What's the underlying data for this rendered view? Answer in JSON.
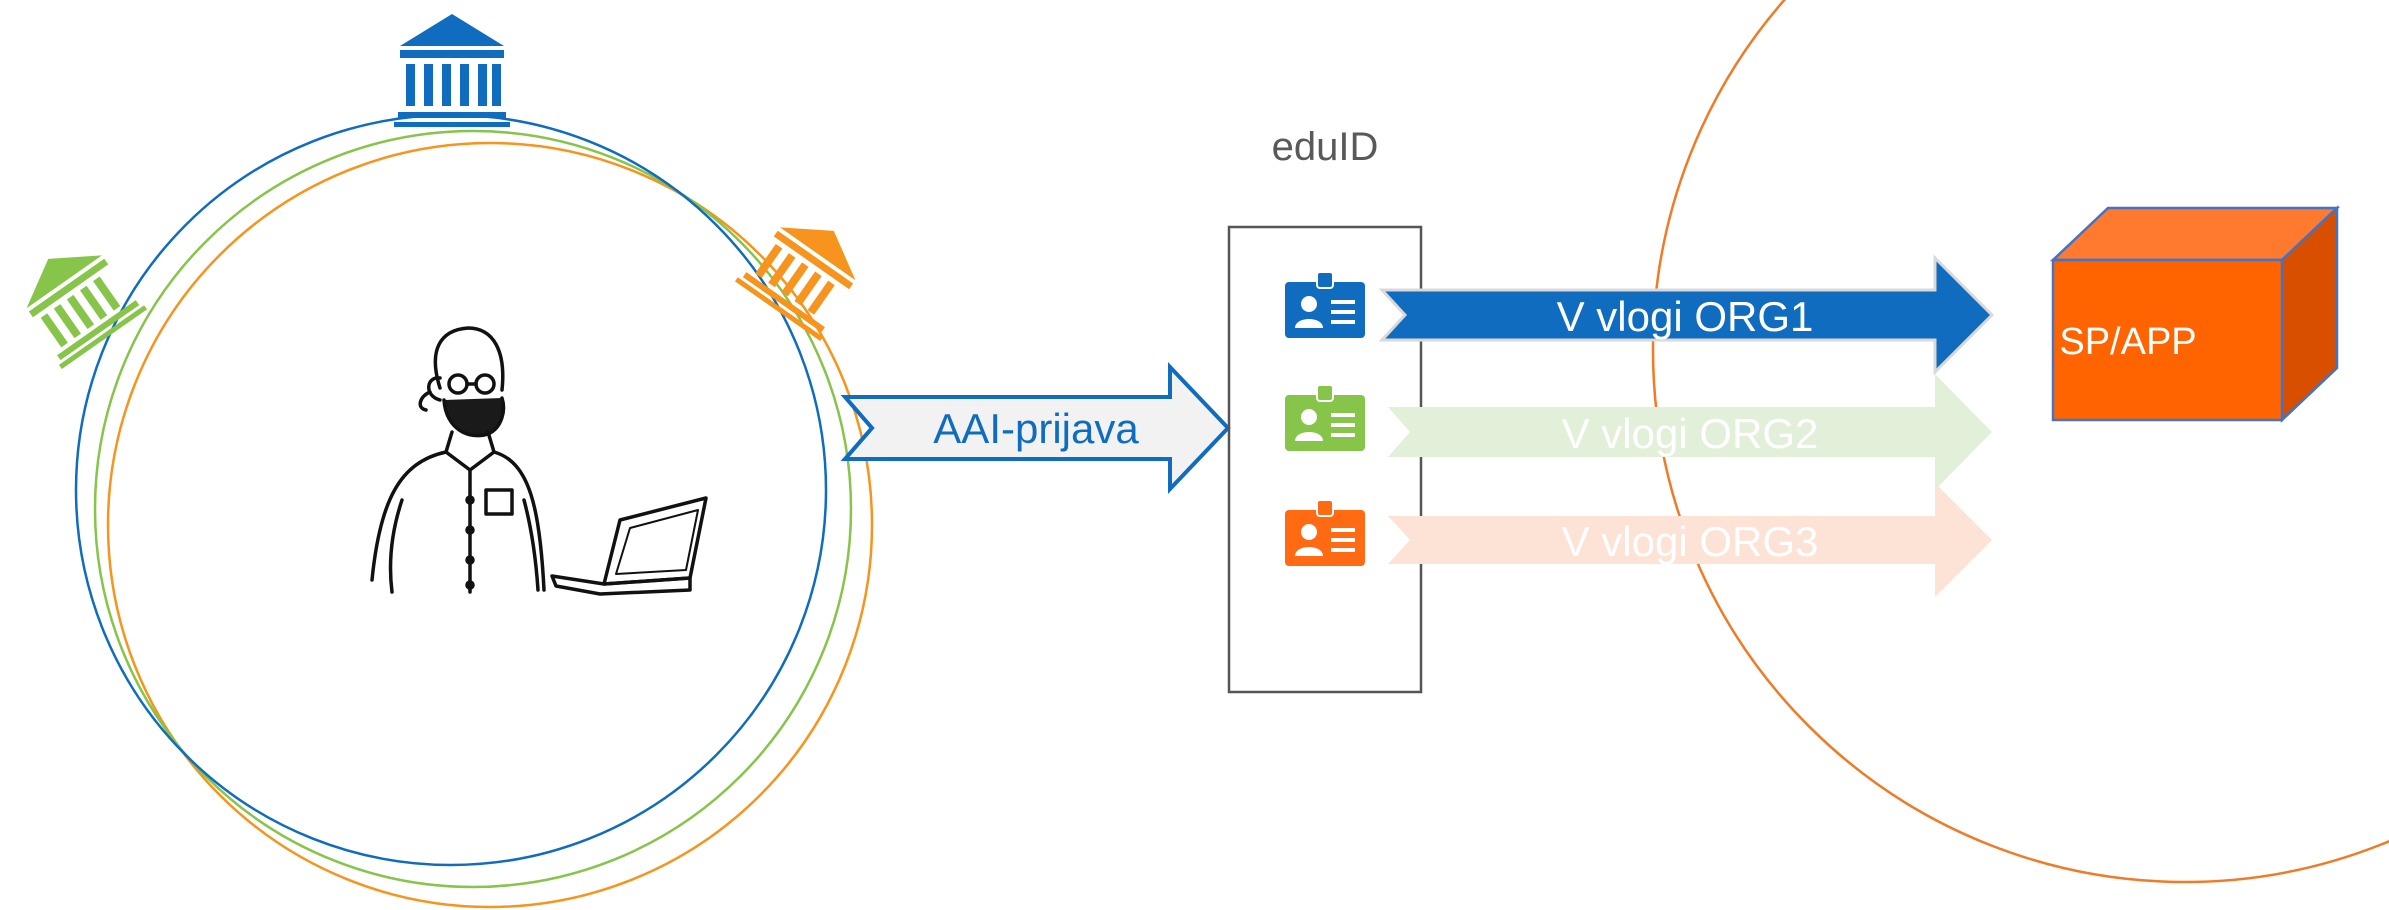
{
  "colors": {
    "org1_blue": "#0f6cbf",
    "org2_green": "#86c44a",
    "org3_orange": "#ff6a13",
    "institution_orange": "#f7941d",
    "aai_arrow_fill": "#f2f2f2",
    "edu_label_gray": "#595959",
    "box_border": "#555555",
    "sp_cube_front": "#ff6400",
    "sp_cube_top": "#ff7a2e",
    "sp_cube_side": "#d94f00",
    "sp_cube_edge": "#4472c4",
    "org2_faded": "#e2f0d9",
    "org3_faded": "#fde3d6"
  },
  "icons": {
    "institutions": [
      "bank-building-icon-blue",
      "bank-building-icon-green",
      "bank-building-icon-orange"
    ],
    "user": "person-with-laptop-illustration",
    "id_cards": [
      "id-card-icon-blue",
      "id-card-icon-green",
      "id-card-icon-orange"
    ]
  },
  "aai_arrow": {
    "label": "AAI-prijava"
  },
  "eduid": {
    "label": "eduID"
  },
  "role_arrows": [
    {
      "label": "V vlogi ORG1",
      "state": "active"
    },
    {
      "label": "V vlogi ORG2",
      "state": "faded"
    },
    {
      "label": "V vlogi ORG3",
      "state": "faded"
    }
  ],
  "service": {
    "label": "SP/APP"
  }
}
